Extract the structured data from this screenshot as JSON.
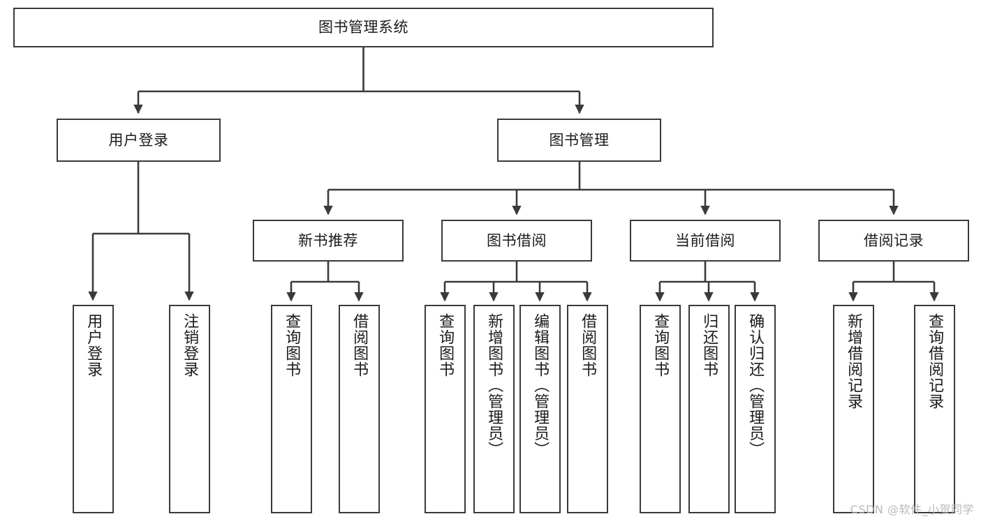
{
  "diagram": {
    "title": "图书管理系统",
    "type": "tree",
    "watermark": "CSDN @软件_小贺同学",
    "colors": {
      "box_border": "#3a3a3a",
      "box_fill": "#ffffff",
      "edge": "#3a3a3a",
      "text": "#1b1b1b",
      "watermark": "#b9b9b9"
    },
    "root": {
      "label": "图书管理系统"
    },
    "level1": [
      {
        "label": "用户登录"
      },
      {
        "label": "图书管理"
      }
    ],
    "level2": [
      {
        "label": "新书推荐"
      },
      {
        "label": "图书借阅"
      },
      {
        "label": "当前借阅"
      },
      {
        "label": "借阅记录"
      }
    ],
    "leaves": {
      "user_login": [
        {
          "label": "用户登录"
        },
        {
          "label": "注销登录"
        }
      ],
      "new_book": [
        {
          "label": "查询图书"
        },
        {
          "label": "借阅图书"
        }
      ],
      "book_borrow": [
        {
          "label": "查询图书"
        },
        {
          "label": "新增图书（管理员）"
        },
        {
          "label": "编辑图书（管理员）"
        },
        {
          "label": "借阅图书"
        }
      ],
      "current_borrow": [
        {
          "label": "查询图书"
        },
        {
          "label": "归还图书"
        },
        {
          "label": "确认归还（管理员）"
        }
      ],
      "borrow_record": [
        {
          "label": "新增借阅记录"
        },
        {
          "label": "查询借阅记录"
        }
      ]
    }
  }
}
